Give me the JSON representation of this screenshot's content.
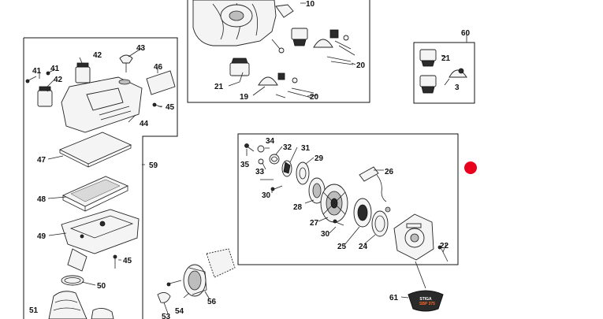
{
  "callouts": {
    "n3": "3",
    "n10": "10",
    "n19": "19",
    "n20a": "20",
    "n20b": "20",
    "n21a": "21",
    "n21b": "21",
    "n22": "22",
    "n24": "24",
    "n25": "25",
    "n26": "26",
    "n27": "27",
    "n28": "28",
    "n29": "29",
    "n30a": "30",
    "n30b": "30",
    "n31": "31",
    "n32": "32",
    "n33": "33",
    "n34": "34",
    "n35": "35",
    "n41a": "41",
    "n41b": "41",
    "n42a": "42",
    "n42b": "42",
    "n43": "43",
    "n44": "44",
    "n45a": "45",
    "n45b": "45",
    "n46": "46",
    "n47": "47",
    "n48": "48",
    "n49": "49",
    "n50": "50",
    "n51": "51",
    "n53": "53",
    "n54": "54",
    "n56": "56",
    "n59": "59",
    "n60": "60",
    "n61": "61"
  },
  "logo": {
    "brand": "STIGA",
    "model": "SBP 375"
  },
  "colors": {
    "marker": "#e8001c"
  }
}
